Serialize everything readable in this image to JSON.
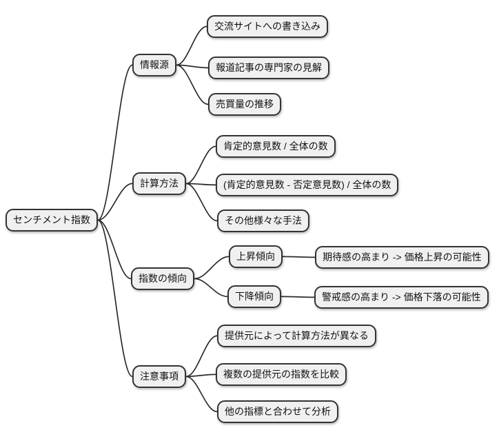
{
  "style": {
    "background": "#ffffff",
    "node_fill": "#f0f0f0",
    "node_border": "#333333",
    "link_color": "#2b2b2b",
    "text_color": "#111111"
  },
  "mindmap": {
    "root": {
      "id": "root",
      "label": "センチメント指数"
    },
    "branches": [
      {
        "id": "b1",
        "label": "情報源",
        "children": [
          {
            "id": "b1c1",
            "label": "交流サイトへの書き込み"
          },
          {
            "id": "b1c2",
            "label": "報道記事の専門家の見解"
          },
          {
            "id": "b1c3",
            "label": "売買量の推移"
          }
        ]
      },
      {
        "id": "b2",
        "label": "計算方法",
        "children": [
          {
            "id": "b2c1",
            "label": "肯定的意見数 / 全体の数"
          },
          {
            "id": "b2c2",
            "label": "(肯定的意見数 - 否定意見数) / 全体の数"
          },
          {
            "id": "b2c3",
            "label": "その他様々な手法"
          }
        ]
      },
      {
        "id": "b3",
        "label": "指数の傾向",
        "children": [
          {
            "id": "b3c1",
            "label": "上昇傾向",
            "children": [
              {
                "id": "b3c1c1",
                "label": "期待感の高まり -> 価格上昇の可能性"
              }
            ]
          },
          {
            "id": "b3c2",
            "label": "下降傾向",
            "children": [
              {
                "id": "b3c2c1",
                "label": "警戒感の高まり -> 価格下落の可能性"
              }
            ]
          }
        ]
      },
      {
        "id": "b4",
        "label": "注意事項",
        "children": [
          {
            "id": "b4c1",
            "label": "提供元によって計算方法が異なる"
          },
          {
            "id": "b4c2",
            "label": "複数の提供元の指数を比較"
          },
          {
            "id": "b4c3",
            "label": "他の指標と合わせて分析"
          }
        ]
      }
    ],
    "edges": [
      {
        "from": "root",
        "to": "b1"
      },
      {
        "from": "root",
        "to": "b2"
      },
      {
        "from": "root",
        "to": "b3"
      },
      {
        "from": "root",
        "to": "b4"
      },
      {
        "from": "b1",
        "to": "b1c1"
      },
      {
        "from": "b1",
        "to": "b1c2"
      },
      {
        "from": "b1",
        "to": "b1c3"
      },
      {
        "from": "b2",
        "to": "b2c1"
      },
      {
        "from": "b2",
        "to": "b2c2"
      },
      {
        "from": "b2",
        "to": "b2c3"
      },
      {
        "from": "b3",
        "to": "b3c1"
      },
      {
        "from": "b3",
        "to": "b3c2"
      },
      {
        "from": "b3c1",
        "to": "b3c1c1"
      },
      {
        "from": "b3c2",
        "to": "b3c2c1"
      },
      {
        "from": "b4",
        "to": "b4c1"
      },
      {
        "from": "b4",
        "to": "b4c2"
      },
      {
        "from": "b4",
        "to": "b4c3"
      }
    ]
  }
}
